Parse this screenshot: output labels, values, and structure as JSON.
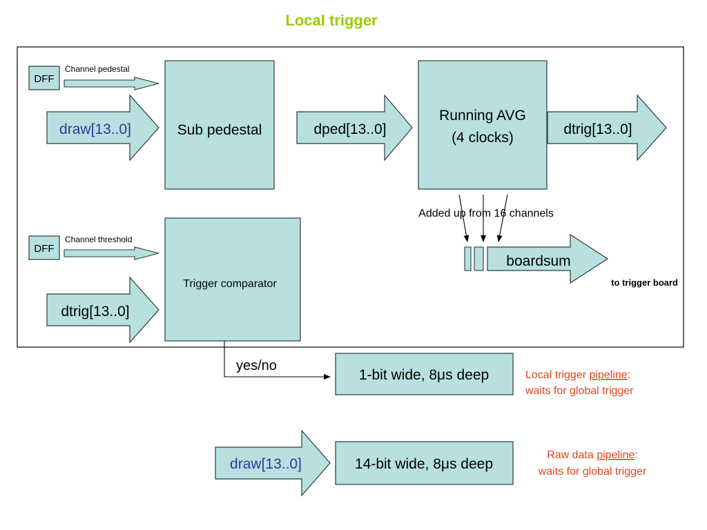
{
  "title": "Local trigger",
  "colors": {
    "title": "#99cc00",
    "box_fill": "#b8e0e0",
    "stroke": "#2b3a3a",
    "signal_blue": "#2a3a9a",
    "note_red": "#e0451c"
  },
  "labels": {
    "dff_top": "DFF",
    "channel_pedestal": "Channel pedestal",
    "draw_in": "draw[13..0]",
    "sub_pedestal": "Sub pedestal",
    "dped": "dped[13..0]",
    "running_avg_line1": "Running AVG",
    "running_avg_line2": "(4 clocks)",
    "dtrig_out": "dtrig[13..0]",
    "added_up": "Added up from 16 channels",
    "boardsum": "boardsum",
    "to_trigger_board": "to trigger board",
    "dff_bottom": "DFF",
    "channel_threshold": "Channel threshold",
    "trigger_comparator": "Trigger comparator",
    "dtrig_in": "dtrig[13..0]",
    "yes_no": "yes/no",
    "pipeline_1bit": "1-bit wide, 8μs deep",
    "pipeline_14bit": "14-bit wide, 8μs deep",
    "draw_raw": "draw[13..0]"
  },
  "notes": {
    "local": {
      "prefix": "Local trigger ",
      "link": "pipeline",
      "suffix": ":",
      "line2": "waits for global trigger"
    },
    "raw": {
      "prefix": "Raw data ",
      "link": "pipeline",
      "suffix": ":",
      "line2": "waits for global trigger"
    }
  }
}
